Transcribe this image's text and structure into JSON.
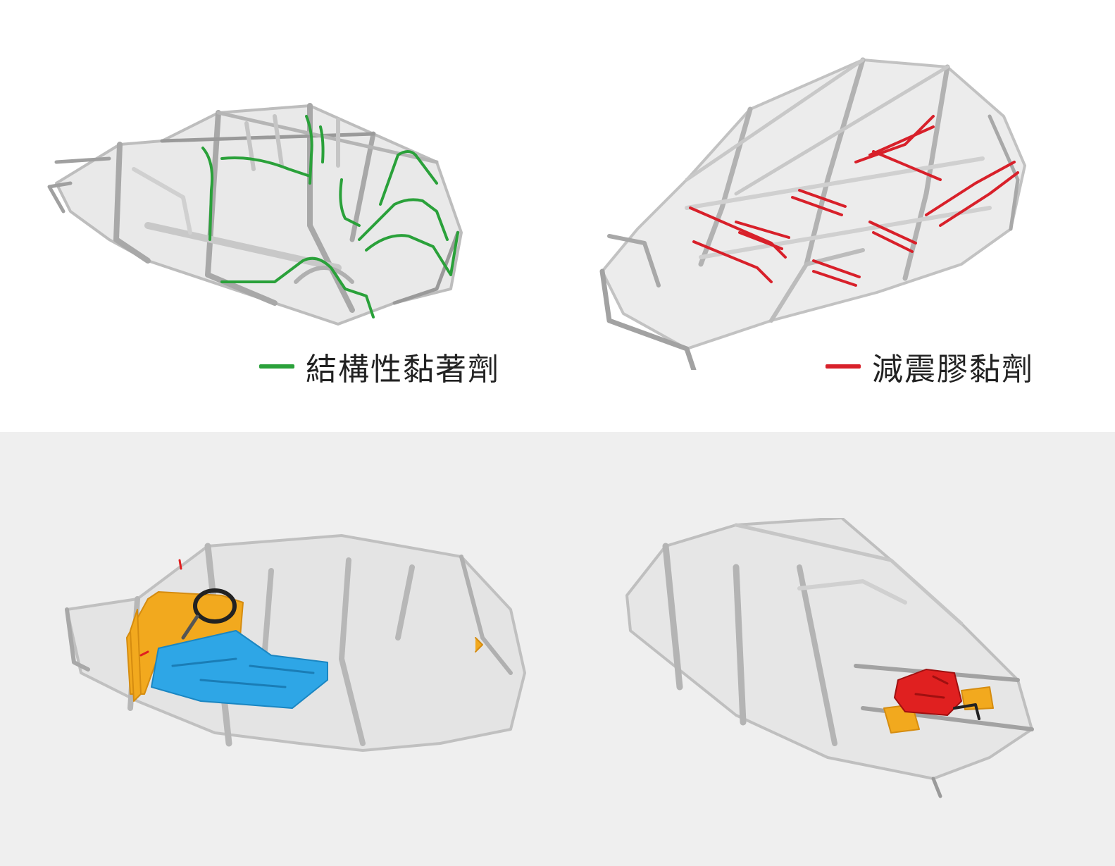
{
  "legend": {
    "structural": {
      "label": "結構性黏著劑",
      "color": "#2aa13a"
    },
    "damping": {
      "label": "減震膠黏劑",
      "color": "#d8202a"
    }
  },
  "colors": {
    "frame_light": "#e6e6e6",
    "frame_mid": "#bdbdbd",
    "frame_dark": "#8f8f8f",
    "floor_blue": "#2ea6e6",
    "accent_orange": "#f2a91e",
    "engine_red": "#e02020",
    "bottom_background": "#efefef"
  },
  "figures": [
    {
      "id": "structural-adhesive-body",
      "highlight": "green-lines"
    },
    {
      "id": "damping-adhesive-underbody",
      "highlight": "red-lines"
    },
    {
      "id": "interior-floor-body",
      "highlight": "blue-floor-orange-dash"
    },
    {
      "id": "front-engine-bay-body",
      "highlight": "red-orange-engine"
    }
  ]
}
